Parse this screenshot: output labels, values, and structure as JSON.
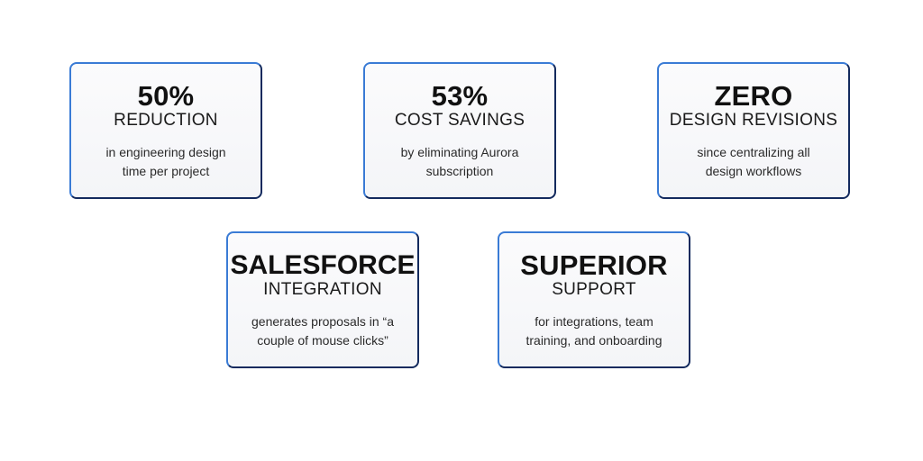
{
  "cards": [
    {
      "headline": "50%",
      "subhead": "REDUCTION",
      "desc_line1": "in engineering design",
      "desc_line2": "time per project"
    },
    {
      "headline": "53%",
      "subhead": "COST SAVINGS",
      "desc_line1": "by eliminating Aurora",
      "desc_line2": "subscription"
    },
    {
      "headline": "ZERO",
      "subhead": "DESIGN REVISIONS",
      "desc_line1": "since centralizing all",
      "desc_line2": "design workflows"
    },
    {
      "headline": "SALESFORCE",
      "subhead": "INTEGRATION",
      "desc_line1": "generates proposals in “a",
      "desc_line2": "couple of mouse clicks”"
    },
    {
      "headline": "SUPERIOR",
      "subhead": "SUPPORT",
      "desc_line1": "for integrations, team",
      "desc_line2": "training, and onboarding"
    }
  ],
  "colors": {
    "border_light": "#3a7bd5",
    "border_dark": "#132a5e",
    "card_bg": "#f4f5f8",
    "text": "#111111"
  }
}
